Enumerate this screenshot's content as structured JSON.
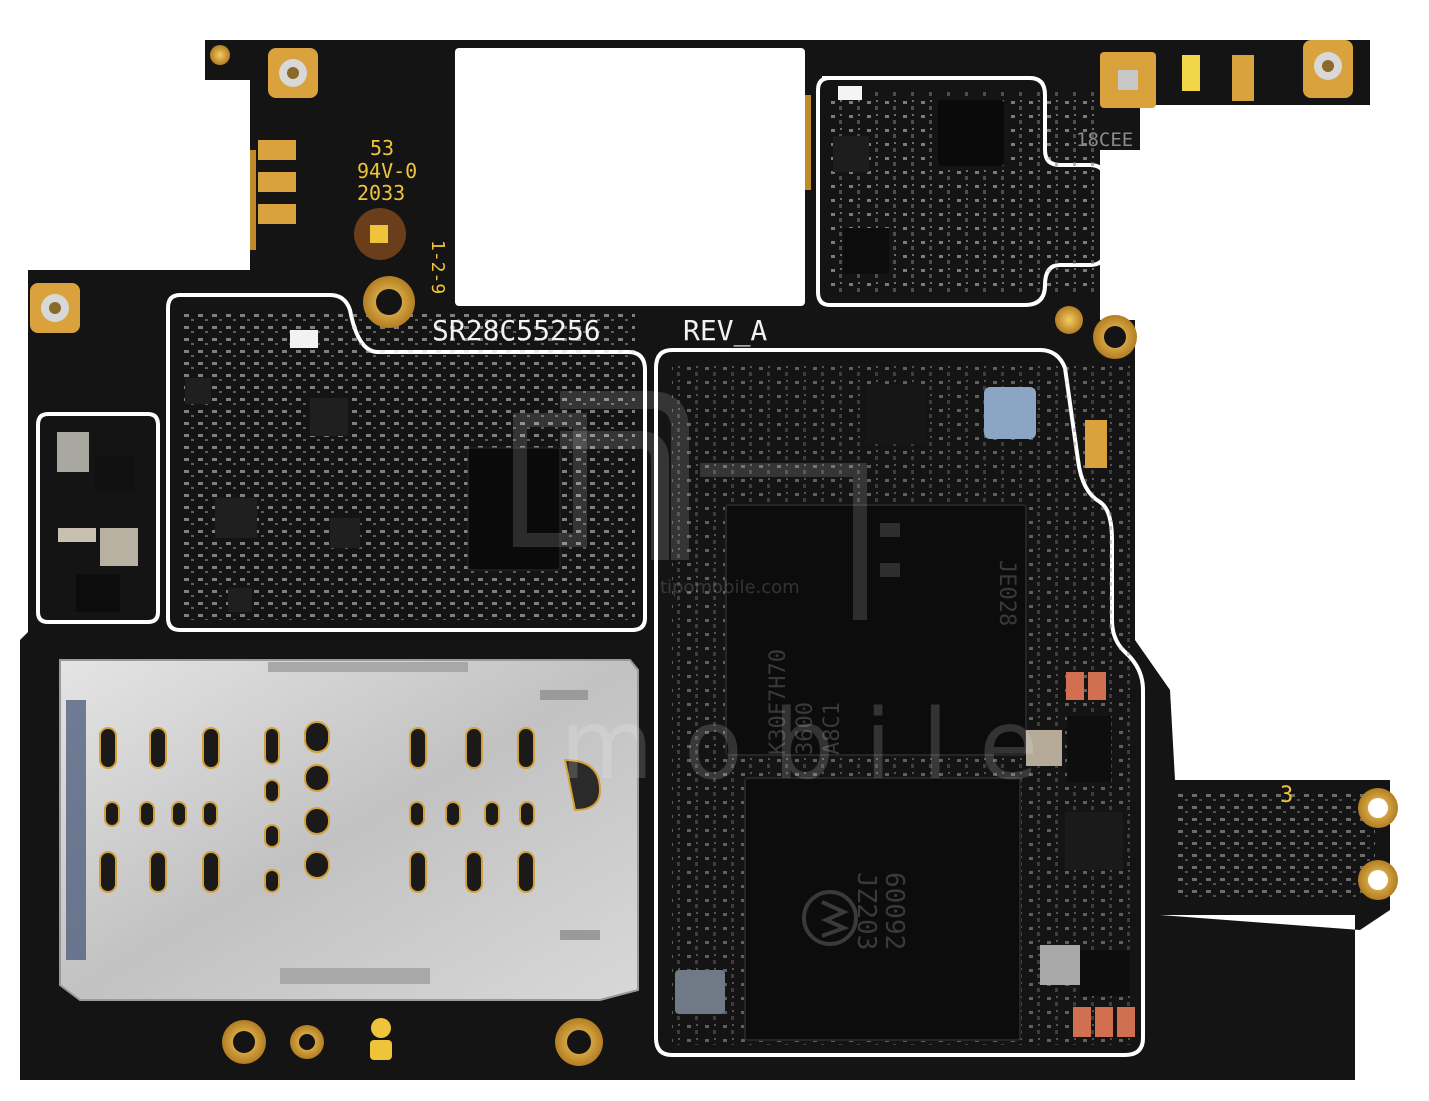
{
  "board": {
    "part_number": "SR28C55256",
    "revision": "REV_A",
    "marking_53": "53",
    "marking_94v0": "94V-0",
    "marking_2033": "2033",
    "marking_129": "1-2-9",
    "marking_18cee": "18CEE",
    "marking_3": "3",
    "memory_chip_text": [
      "K30F7H70",
      "3600",
      "A8C1",
      "JE028"
    ],
    "processor_chip_text": [
      "JZ203",
      "60092"
    ],
    "watermark_site": "tipomobile.com",
    "watermark_word": "m o b i l e",
    "colors": {
      "pcb": "#141414",
      "outline": "#ffffff",
      "gold": "#d9a23c",
      "shield": "#c9c9c9",
      "chip": "#0c0c0c"
    }
  }
}
